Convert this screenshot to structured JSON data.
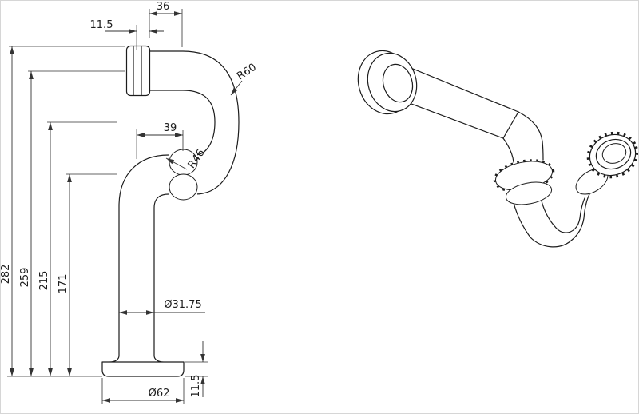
{
  "drawing": {
    "background": "#ffffff",
    "line_color": "#1c1c1c",
    "dimension_color": "#333333",
    "dimensions": {
      "inlet_length": "36",
      "inlet_offset": "11.5",
      "upper_bend_radius": "R60",
      "stub_length": "39",
      "lower_bend_radius": "R46",
      "overall_height": "282",
      "inlet_axis_height": "259",
      "bend_axis_height": "215",
      "stub_axis_height": "171",
      "pipe_diameter": "Ø31.75",
      "base_diameter": "Ø62",
      "base_thickness": "11.5"
    }
  }
}
